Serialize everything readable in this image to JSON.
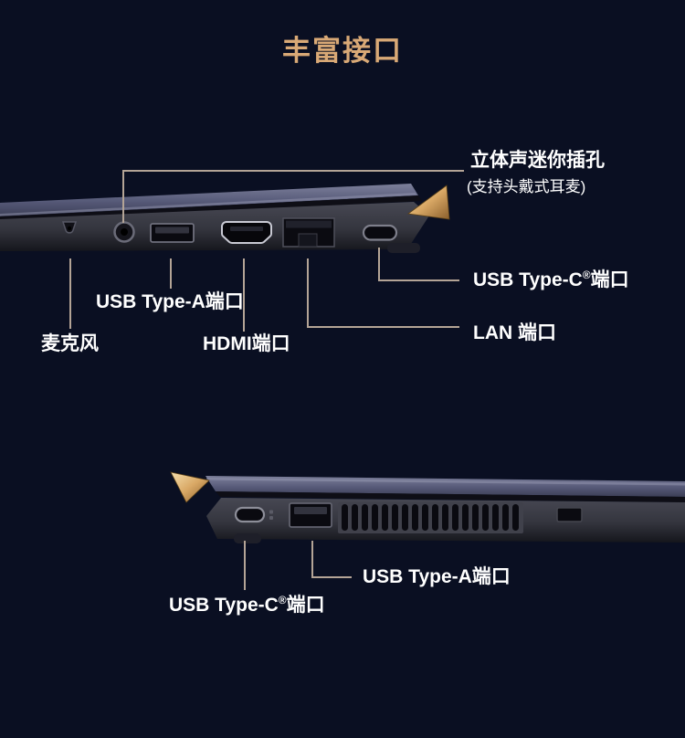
{
  "title": "丰富接口",
  "colors": {
    "background": "#0a0f22",
    "title_gold": "#d9a976",
    "callout_line": "#b4a496",
    "label_text": "#ffffff",
    "gold_accent": "#d9ab72",
    "laptop_lid": "#6b6e8a",
    "laptop_body": "#3a3b44"
  },
  "top_view": {
    "ports": [
      "microphone-hole",
      "headphone-jack",
      "usb-type-a",
      "hdmi",
      "lan-rj45",
      "usb-type-c",
      "gold-hinge-corner"
    ],
    "callouts": {
      "headphone": {
        "label": "立体声迷你插孔",
        "sublabel": "(支持头戴式耳麦)"
      },
      "usb_c": {
        "prefix": "USB Type-C",
        "reg": "®",
        "suffix": "端口"
      },
      "lan": {
        "label": "LAN 端口"
      },
      "usb_a": {
        "label": "USB Type-A端口"
      },
      "hdmi": {
        "label": "HDMI端口"
      },
      "mic": {
        "label": "麦克风"
      }
    }
  },
  "bottom_view": {
    "ports": [
      "usb-type-c",
      "usb-type-a",
      "cooling-vent",
      "security-lock-slot",
      "gold-hinge-corner"
    ],
    "callouts": {
      "usb_a": {
        "label": "USB Type-A端口"
      },
      "usb_c": {
        "prefix": "USB Type-C",
        "reg": "®",
        "suffix": "端口"
      }
    }
  }
}
